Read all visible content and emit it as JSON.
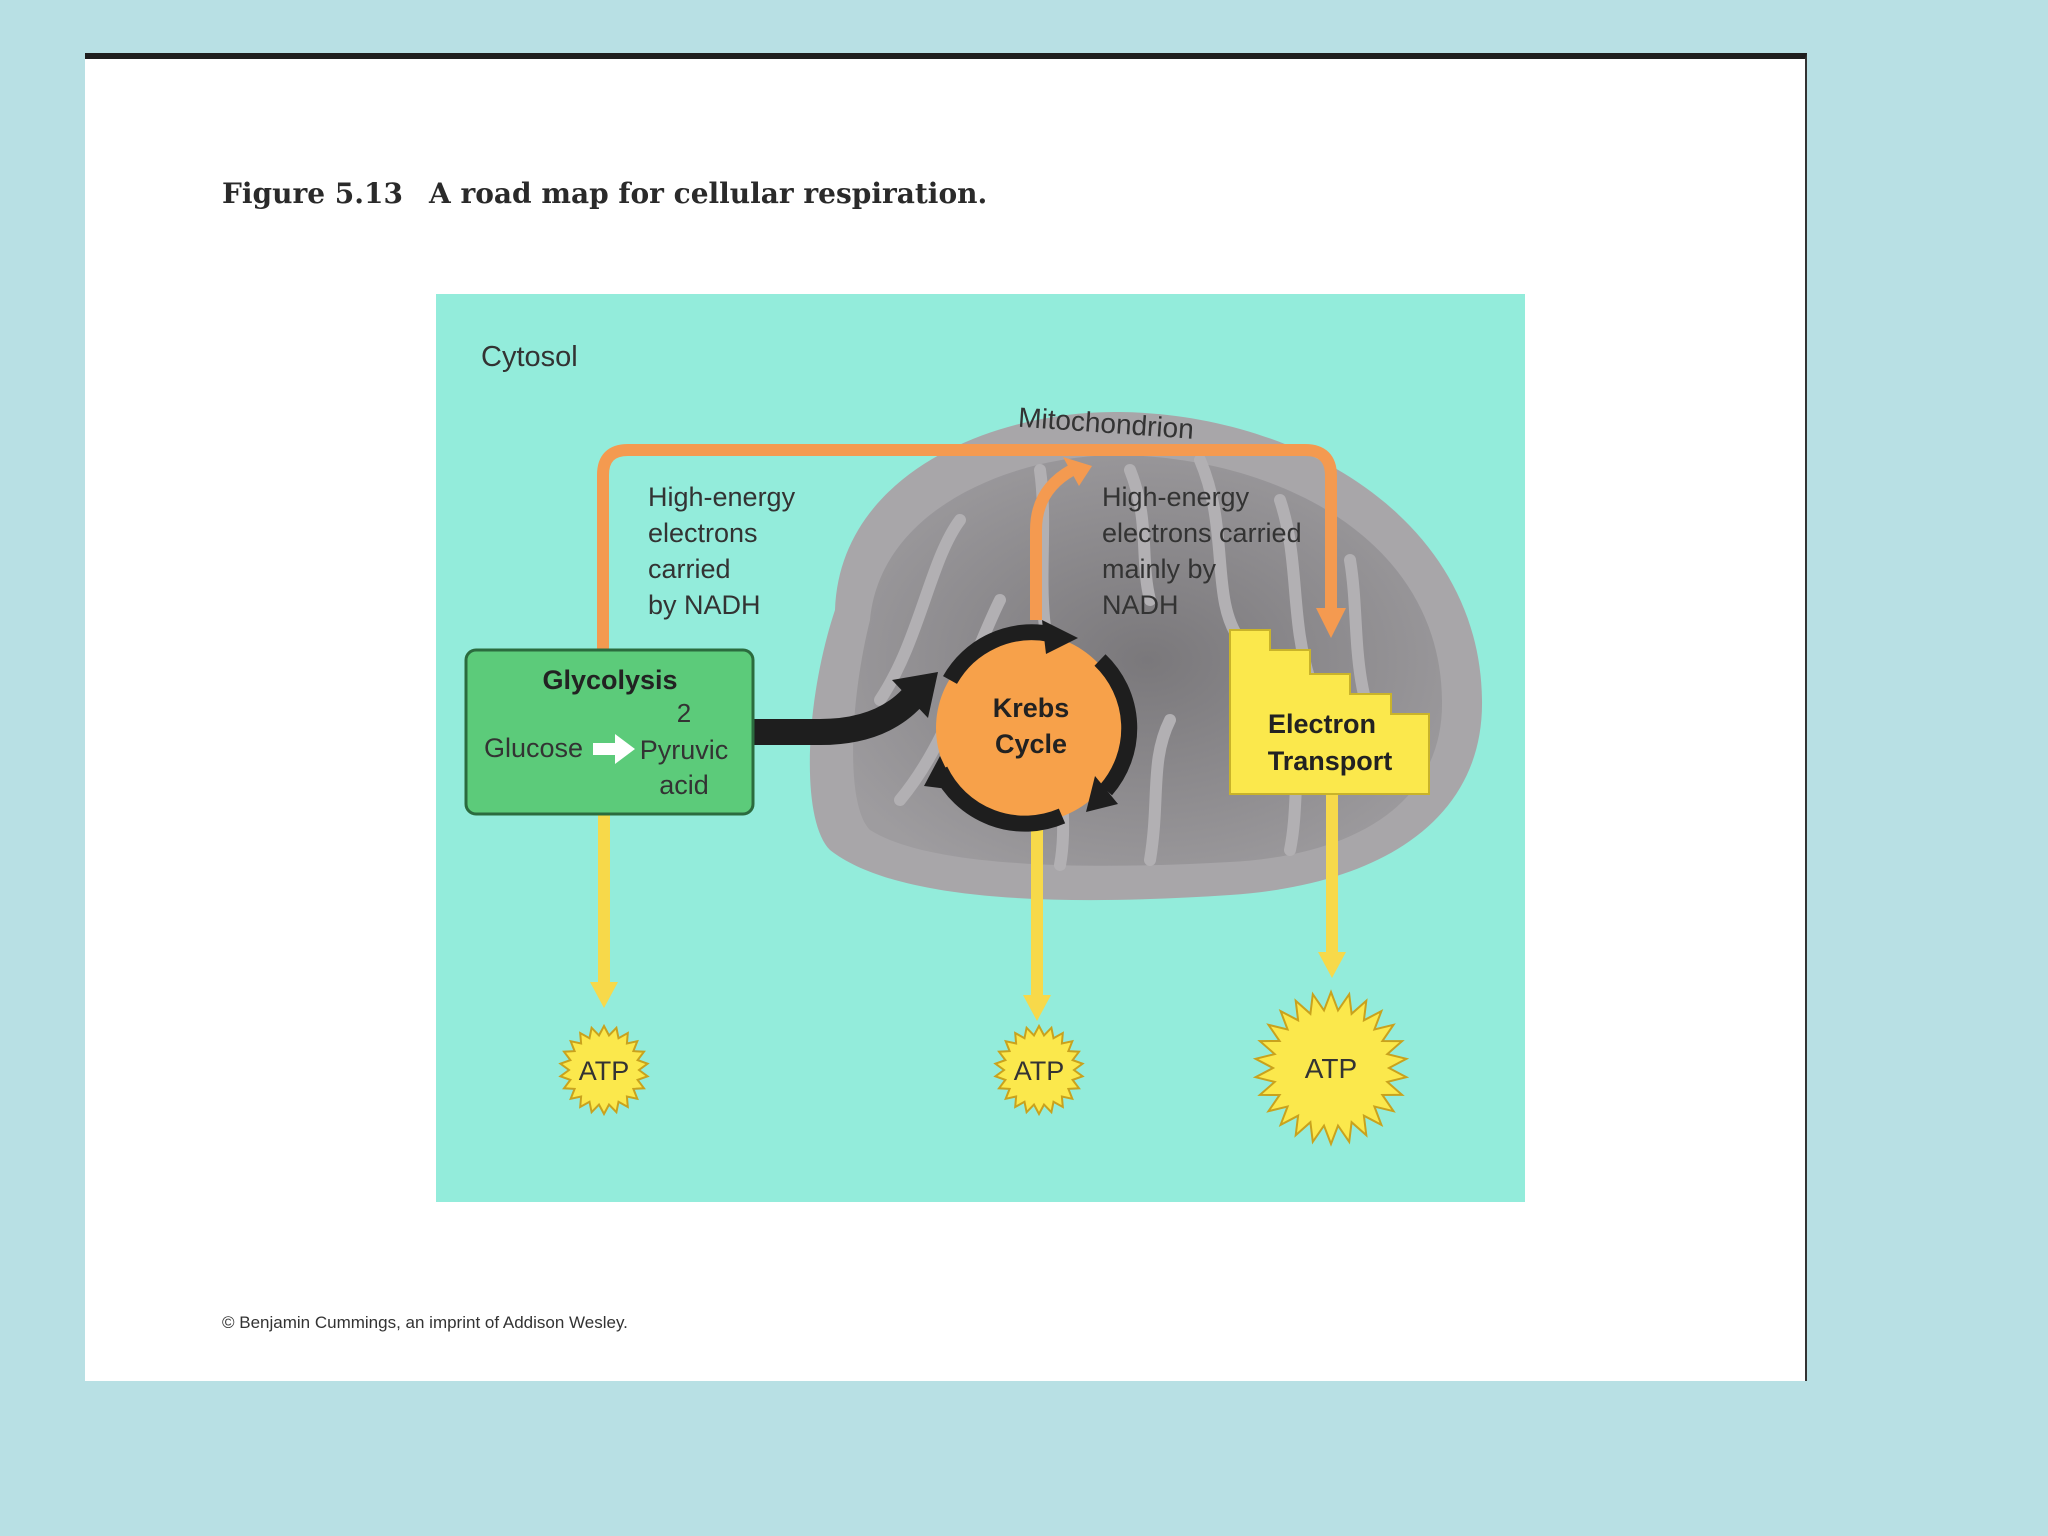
{
  "figure": {
    "number": "Figure 5.13",
    "title": "A road map for cellular respiration."
  },
  "diagram": {
    "cytosol_label": "Cytosol",
    "mitochondrion_label": "Mitochondrion",
    "nadh_left": [
      "High-energy",
      "electrons",
      "carried",
      "by NADH"
    ],
    "nadh_right": [
      "High-energy",
      "electrons carried",
      "mainly by",
      "NADH"
    ],
    "glycolysis": {
      "title": "Glycolysis",
      "count": "2",
      "input": "Glucose",
      "output_line1": "Pyruvic",
      "output_line2": "acid"
    },
    "krebs": {
      "line1": "Krebs",
      "line2": "Cycle"
    },
    "electron_transport": {
      "line1": "Electron",
      "line2": "Transport"
    },
    "atp_labels": [
      "ATP",
      "ATP",
      "ATP"
    ]
  },
  "copyright": "© Benjamin Cummings, an imprint of Addison Wesley.",
  "colors": {
    "background": "#b8e0e4",
    "cytosol": "#93ecdb",
    "mitochondrion": "#8f8d8f",
    "glycolysis": "#5ccb7a",
    "krebs": "#f7a14a",
    "electron_transport": "#fbe84c",
    "nadh_arrow": "#f49a50",
    "atp_arrow": "#f7d94a"
  }
}
